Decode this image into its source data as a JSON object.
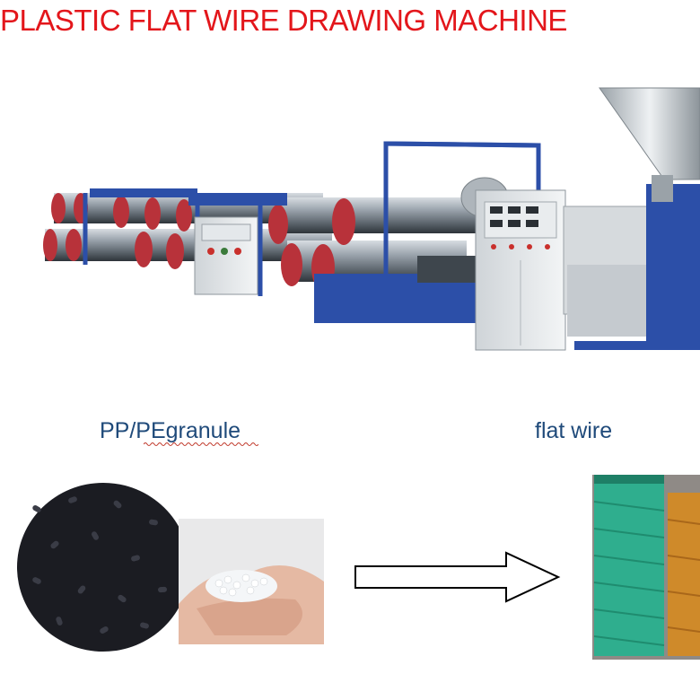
{
  "page": {
    "title": "PLASTIC FLAT WIRE DRAWING MACHINE",
    "title_color": "#e3161b",
    "label_color": "#1f4a7a"
  },
  "labels": {
    "input": "PP/PEgranule",
    "output": "flat wire"
  },
  "images": {
    "machine": "flat-wire-drawing-machine-photo",
    "input_black": "black-plastic-granules-photo",
    "input_white": "white-plastic-granules-in-hand-photo",
    "output": "flat-wire-spools-photo"
  },
  "icons": {
    "process_arrow": "right-arrow-icon"
  }
}
